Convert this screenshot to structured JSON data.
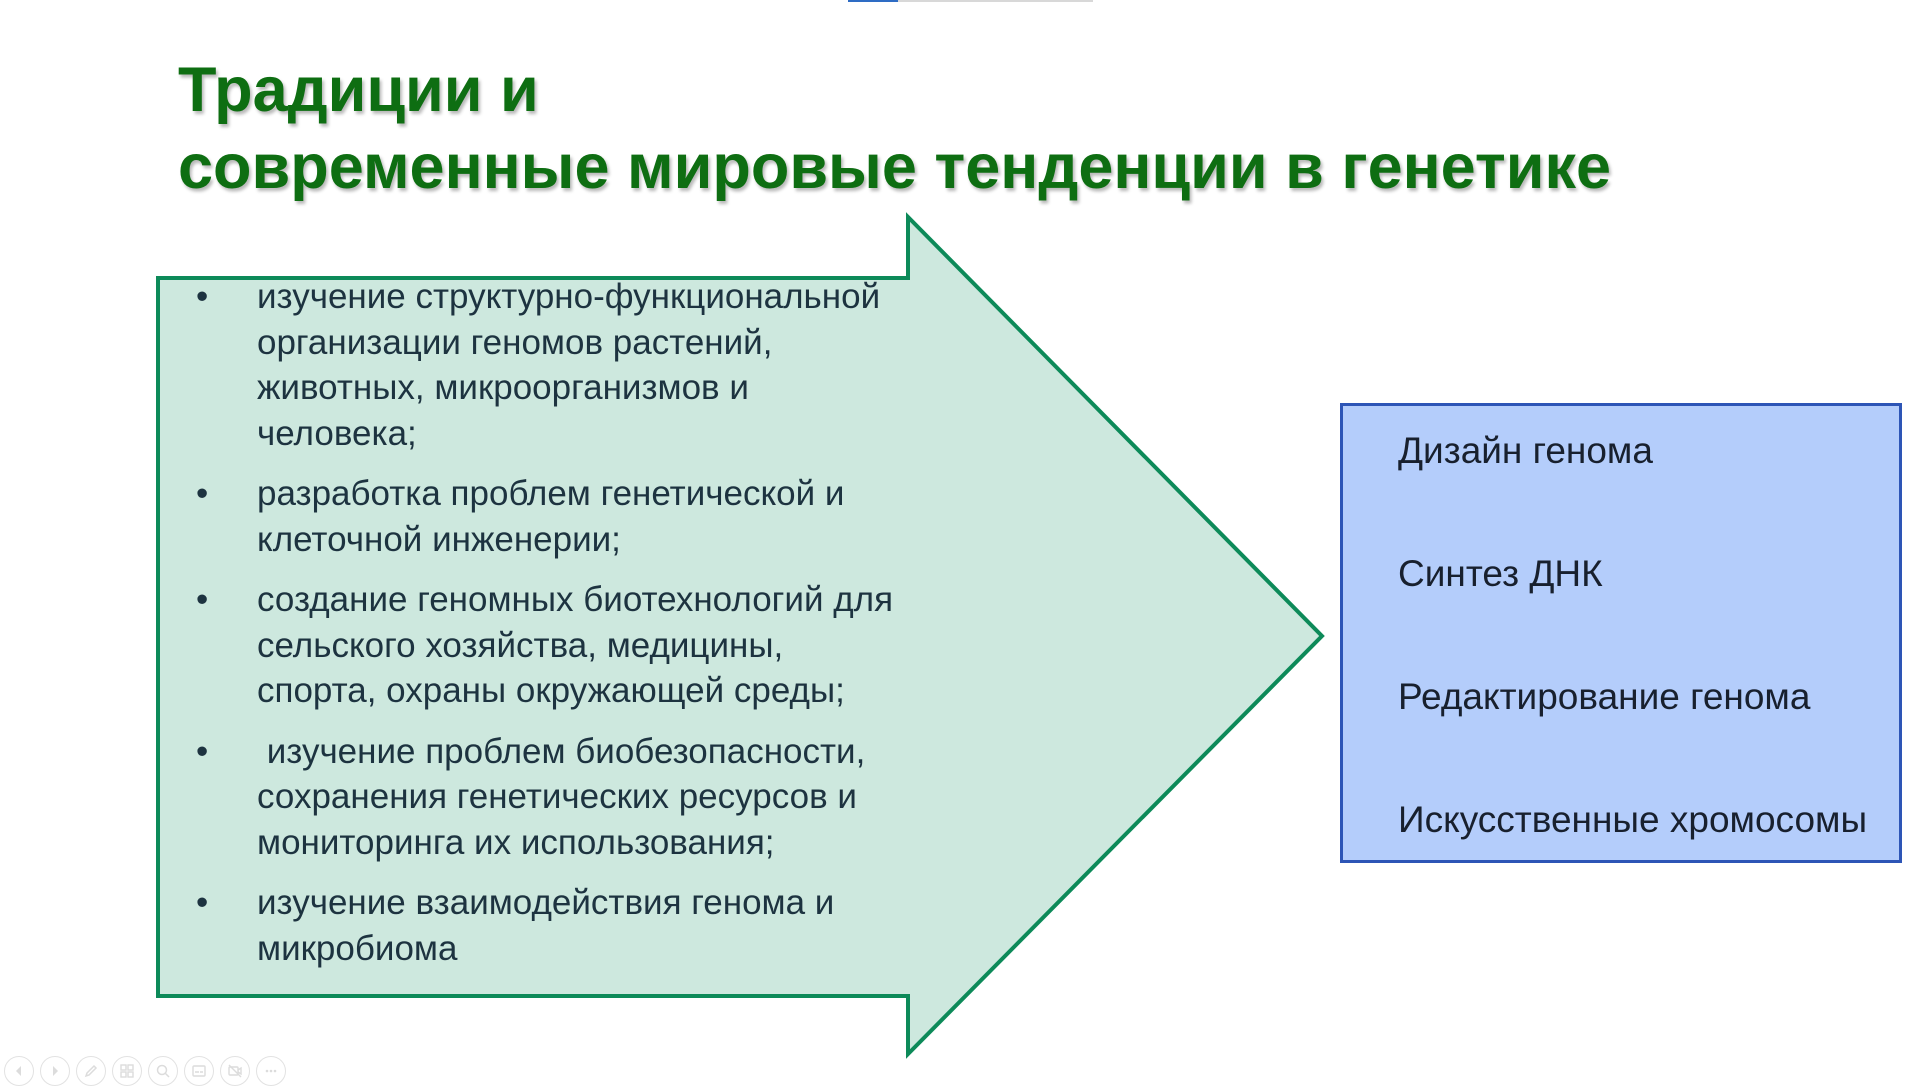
{
  "slide": {
    "title_lines": [
      "Традиции и",
      "современные мировые тенденции в генетике"
    ],
    "arrow": {
      "bullet": "•",
      "items": [
        "изучение структурно-функциональной\nорганизации геномов растений,\nживотных, микроорганизмов и\nчеловека;",
        "разработка проблем генетической и\nклеточной инженерии;",
        "создание геномных биотехнологий для\nсельского хозяйства, медицины,\nспорта, охраны окружающей среды;",
        " изучение проблем биобезопасности,\nсохранения генетических ресурсов и\nмониторинга их использования;",
        "изучение взаимодействия генома и\nмикробиома"
      ]
    },
    "trends": {
      "items": [
        "Дизайн генома",
        "Синтез ДНК",
        "Редактирование генома",
        "Искусственные хромосомы"
      ]
    }
  },
  "toolbar": {
    "buttons": [
      {
        "icon": "previous-slide-icon"
      },
      {
        "icon": "next-slide-icon"
      },
      {
        "icon": "pen-icon"
      },
      {
        "icon": "slides-grid-icon"
      },
      {
        "icon": "zoom-icon"
      },
      {
        "icon": "subtitles-icon"
      },
      {
        "icon": "camera-off-icon"
      },
      {
        "icon": "more-options-icon"
      }
    ]
  },
  "colors": {
    "title": "#0e6e12",
    "arrow_fill": "#cde8de",
    "arrow_border": "#0d8a59",
    "box_fill": "#b4cdfb",
    "box_border": "#2d55b6",
    "text": "#1d3340"
  }
}
